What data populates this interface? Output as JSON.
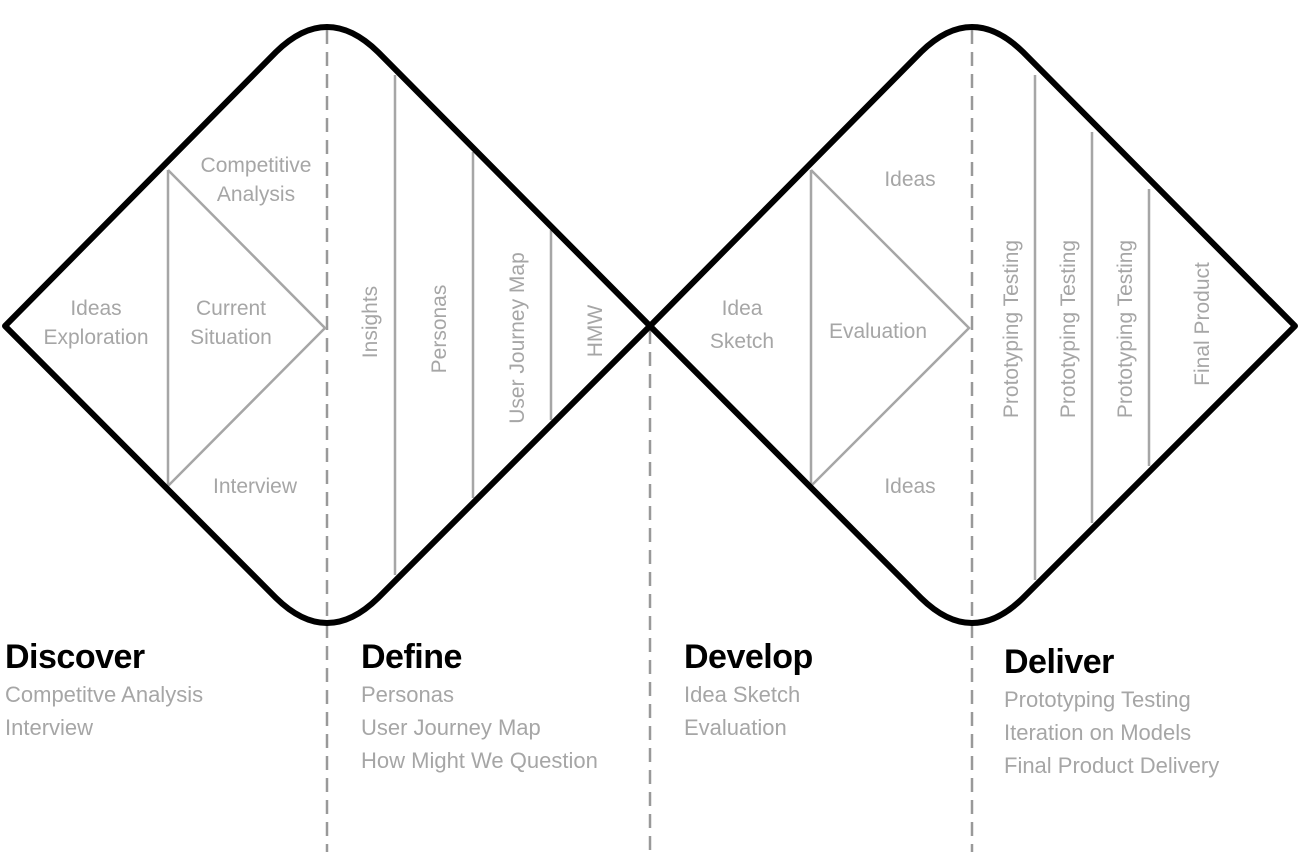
{
  "diagram": {
    "labels": {
      "discover_competitive_line1": "Competitive",
      "discover_competitive_line2": "Analysis",
      "discover_ideas_line1": "Ideas",
      "discover_ideas_line2": "Exploration",
      "discover_current_line1": "Current",
      "discover_current_line2": "Situation",
      "discover_interview": "Interview",
      "define_insights": "Insights",
      "define_personas": "Personas",
      "define_journey": "User Journey Map",
      "define_hmw": "HMW",
      "develop_ideas_top": "Ideas",
      "develop_idea_line1": "Idea",
      "develop_idea_line2": "Sketch",
      "develop_evaluation": "Evaluation",
      "develop_ideas_bottom": "Ideas",
      "deliver_proto_1": "Prototyping Testing",
      "deliver_proto_2": "Prototyping Testing",
      "deliver_proto_3": "Prototyping Testing",
      "deliver_final": "Final Product"
    }
  },
  "phases": [
    {
      "title": "Discover",
      "items": [
        "Competitve Analysis",
        "Interview"
      ]
    },
    {
      "title": "Define",
      "items": [
        "Personas",
        "User Journey Map",
        "How Might We Question"
      ]
    },
    {
      "title": "Develop",
      "items": [
        "Idea Sketch",
        "Evaluation"
      ]
    },
    {
      "title": "Deliver",
      "items": [
        "Prototyping Testing",
        "Iteration on Models",
        "Final Product Delivery"
      ]
    }
  ],
  "colors": {
    "outline": "#000000",
    "inner_lines": "#a6a6a6",
    "labels": "#a6a6a6",
    "dashes": "#999999"
  }
}
